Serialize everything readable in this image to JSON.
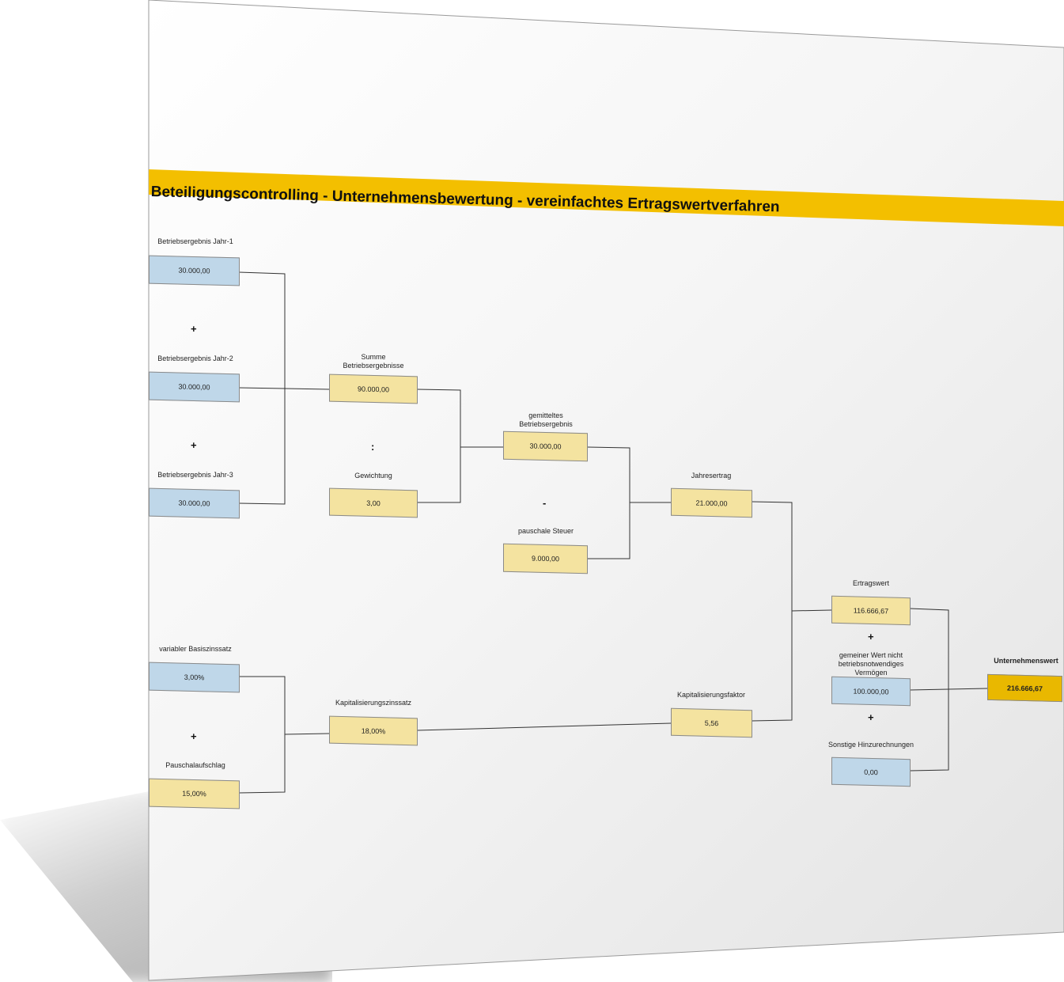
{
  "title": "Beteiligungscontrolling - Unternehmensbewertung - vereinfachtes Ertragswertverfahren",
  "nodes": {
    "e1": {
      "label": "Betriebsergebnis Jahr-1",
      "value": "30.000,00"
    },
    "e2": {
      "label": "Betriebsergebnis Jahr-2",
      "value": "30.000,00"
    },
    "e3": {
      "label": "Betriebsergebnis Jahr-3",
      "value": "30.000,00"
    },
    "summe": {
      "label": "Summe Betriebsergebnisse",
      "value": "90.000,00"
    },
    "gewichtung": {
      "label": "Gewichtung",
      "value": "3,00"
    },
    "gemittelt": {
      "label": "gemitteltes Betriebsergebnis",
      "value": "30.000,00"
    },
    "steuer": {
      "label": "pauschale Steuer",
      "value": "9.000,00"
    },
    "jahresertrag": {
      "label": "Jahresertrag",
      "value": "21.000,00"
    },
    "basis": {
      "label": "variabler Basiszinssatz",
      "value": "3,00%"
    },
    "aufschlag": {
      "label": "Pauschalaufschlag",
      "value": "15,00%"
    },
    "kapzins": {
      "label": "Kapitalisierungszinssatz",
      "value": "18,00%"
    },
    "kapfaktor": {
      "label": "Kapitalisierungsfaktor",
      "value": "5,56"
    },
    "ertragswert": {
      "label": "Ertragswert",
      "value": "116.666,67"
    },
    "gemeinwert": {
      "label": "gemeiner Wert nicht betriebsnotwendiges Vermögen",
      "value": "100.000,00"
    },
    "hinzu": {
      "label": "Sonstige Hinzurechnungen",
      "value": "0,00"
    },
    "unternehmenswert": {
      "label": "Unternehmenswert",
      "value": "216.666,67"
    }
  },
  "operators": {
    "plus1": "+",
    "plus2": "+",
    "divide": ":",
    "minus": "-",
    "plus3": "+",
    "plus4": "+",
    "plus5": "+"
  },
  "colors": {
    "band": "#f3bf00",
    "input": "#bfd7e9",
    "calc": "#f4e3a0",
    "result": "#e9b800"
  }
}
